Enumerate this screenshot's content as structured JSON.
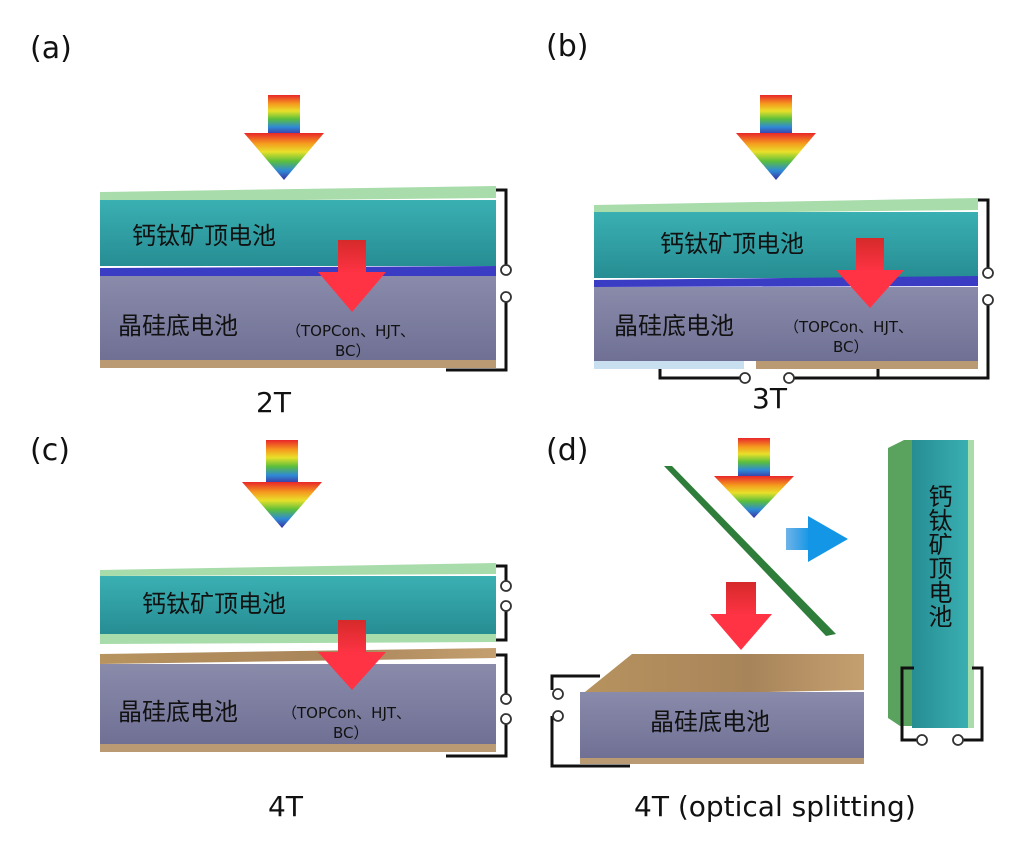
{
  "panels": {
    "a": {
      "letter": "(a)",
      "caption": "2T",
      "top_cell": "钙钛矿顶电池",
      "bottom_cell": "晶硅底电池",
      "tech_line1": "（TOPCon、HJT、",
      "tech_line2": "BC）"
    },
    "b": {
      "letter": "(b)",
      "caption": "3T",
      "top_cell": "钙钛矿顶电池",
      "bottom_cell": "晶硅底电池",
      "tech_line1": "（TOPCon、HJT、",
      "tech_line2": "BC）"
    },
    "c": {
      "letter": "(c)",
      "caption": "4T",
      "top_cell": "钙钛矿顶电池",
      "bottom_cell": "晶硅底电池",
      "tech_line1": "（TOPCon、HJT、",
      "tech_line2": "BC）"
    },
    "d": {
      "letter": "(d)",
      "caption": "4T (optical splitting)",
      "top_cell": "钙钛矿顶电池",
      "bottom_cell": "晶硅底电池"
    }
  },
  "colors": {
    "perovskite": "#2fa3a8",
    "silicon": "#7e7fa0",
    "transparent_electrode": "#a8dcab",
    "recombination_layer": "#3b3cc4",
    "back_contact": "#b99a73",
    "dichroic_mirror": "#2e7d3a",
    "reflected_arrow": "#2aa0e0",
    "transmitted_arrow": "#ee3030"
  }
}
